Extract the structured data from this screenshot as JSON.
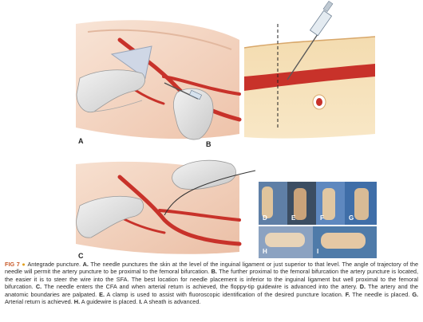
{
  "panels": {
    "A": "A",
    "B": "B",
    "C": "C",
    "D": "D",
    "E": "E",
    "F": "F",
    "G": "G",
    "H": "H",
    "I": "I"
  },
  "caption": {
    "fig_no": "FIG 7",
    "bullet": "●",
    "title": "Antegrade puncture.",
    "segments": [
      {
        "label": "A.",
        "text": "The needle punctures the skin at the level of the inguinal ligament or just superior to that level. The angle of trajectory of the needle will permit the artery puncture to be proximal to the femoral bifurcation."
      },
      {
        "label": "B.",
        "text": "The further proximal to the femoral bifurcation the artery puncture is located, the easier it is to steer the wire into the SFA. The best location for needle placement is inferior to the inguinal ligament but well proximal to the femoral bifurcation."
      },
      {
        "label": "C.",
        "text": "The needle enters the CFA and when arterial return is achieved, the floppy-tip guidewire is advanced into the artery."
      },
      {
        "label": "D.",
        "text": "The artery and the anatomic boundaries are palpated."
      },
      {
        "label": "E.",
        "text": "A clamp is used to assist with fluoroscopic identification of the desired puncture location."
      },
      {
        "label": "F.",
        "text": "The needle is placed."
      },
      {
        "label": "G.",
        "text": "Arterial return is achieved."
      },
      {
        "label": "H.",
        "text": "A guidewire is placed."
      },
      {
        "label": "I.",
        "text": "A sheath is advanced."
      }
    ]
  },
  "colors": {
    "skin": "#f3d7c6",
    "artery": "#c8322a",
    "glove": "#dcdcdc",
    "fig_no": "#c85a2a",
    "bullet": "#e0a020"
  }
}
